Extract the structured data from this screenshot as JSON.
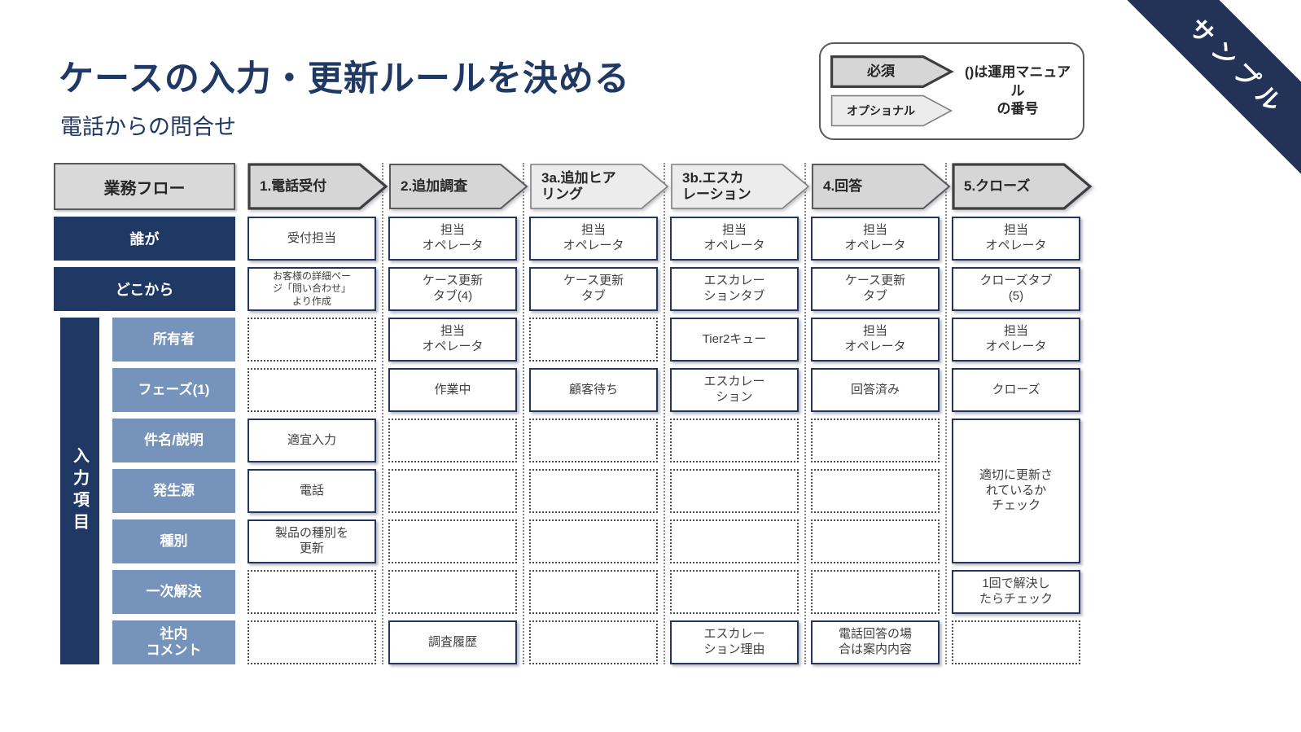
{
  "page": {
    "title": "ケースの入力・更新ルールを決める",
    "subtitle": "電話からの問合せ"
  },
  "ribbon": {
    "label": "サンプル"
  },
  "legend": {
    "required": "必須",
    "optional": "オプショナル",
    "note": "()は運用マニュアル\nの番号"
  },
  "colors": {
    "navy": "#1F3864",
    "steel": "#7693BC",
    "cell_border": "#24365E",
    "gray_fill": "#D6D6D6",
    "light_fill": "#ECECEC"
  },
  "flow": {
    "header": "業務フロー",
    "steps": [
      {
        "label": "1.電話受付"
      },
      {
        "label": "2.追加調査"
      },
      {
        "label": "3a.追加ヒア\nリング"
      },
      {
        "label": "3b.エスカ\nレーション"
      },
      {
        "label": "4.回答"
      },
      {
        "label": "5.クローズ"
      }
    ]
  },
  "input_section": {
    "label": "入力項目"
  },
  "matrix": {
    "who": {
      "label": "誰が",
      "c1": "受付担当",
      "c2": "担当\nオペレータ",
      "c3": "担当\nオペレータ",
      "c4": "担当\nオペレータ",
      "c5": "担当\nオペレータ",
      "c6": "担当\nオペレータ"
    },
    "from": {
      "label": "どこから",
      "c1": "お客様の詳細ペー\nジ「問い合わせ」\nより作成",
      "c2": "ケース更新\nタブ(4)",
      "c3": "ケース更新\nタブ",
      "c4": "エスカレー\nションタブ",
      "c5": "ケース更新\nタブ",
      "c6": "クローズタブ\n(5)"
    },
    "owner": {
      "label": "所有者",
      "c2": "担当\nオペレータ",
      "c4": "Tier2キュー",
      "c5": "担当\nオペレータ",
      "c6": "担当\nオペレータ"
    },
    "phase": {
      "label": "フェーズ(1)",
      "c2": "作業中",
      "c3": "顧客待ち",
      "c4": "エスカレー\nション",
      "c5": "回答済み",
      "c6": "クローズ"
    },
    "subject": {
      "label": "件名/説明",
      "c1": "適宜入力"
    },
    "source": {
      "label": "発生源",
      "c1": "電話"
    },
    "type": {
      "label": "種別",
      "c1": "製品の種別を\n更新"
    },
    "first": {
      "label": "一次解決",
      "c6": "1回で解決し\nたらチェック"
    },
    "comment": {
      "label": "社内\nコメント",
      "c2": "調査履歴",
      "c4": "エスカレー\nション理由",
      "c5": "電話回答の場\n合は案内内容"
    },
    "close_merged": "適切に更新さ\nれているか\nチェック"
  }
}
